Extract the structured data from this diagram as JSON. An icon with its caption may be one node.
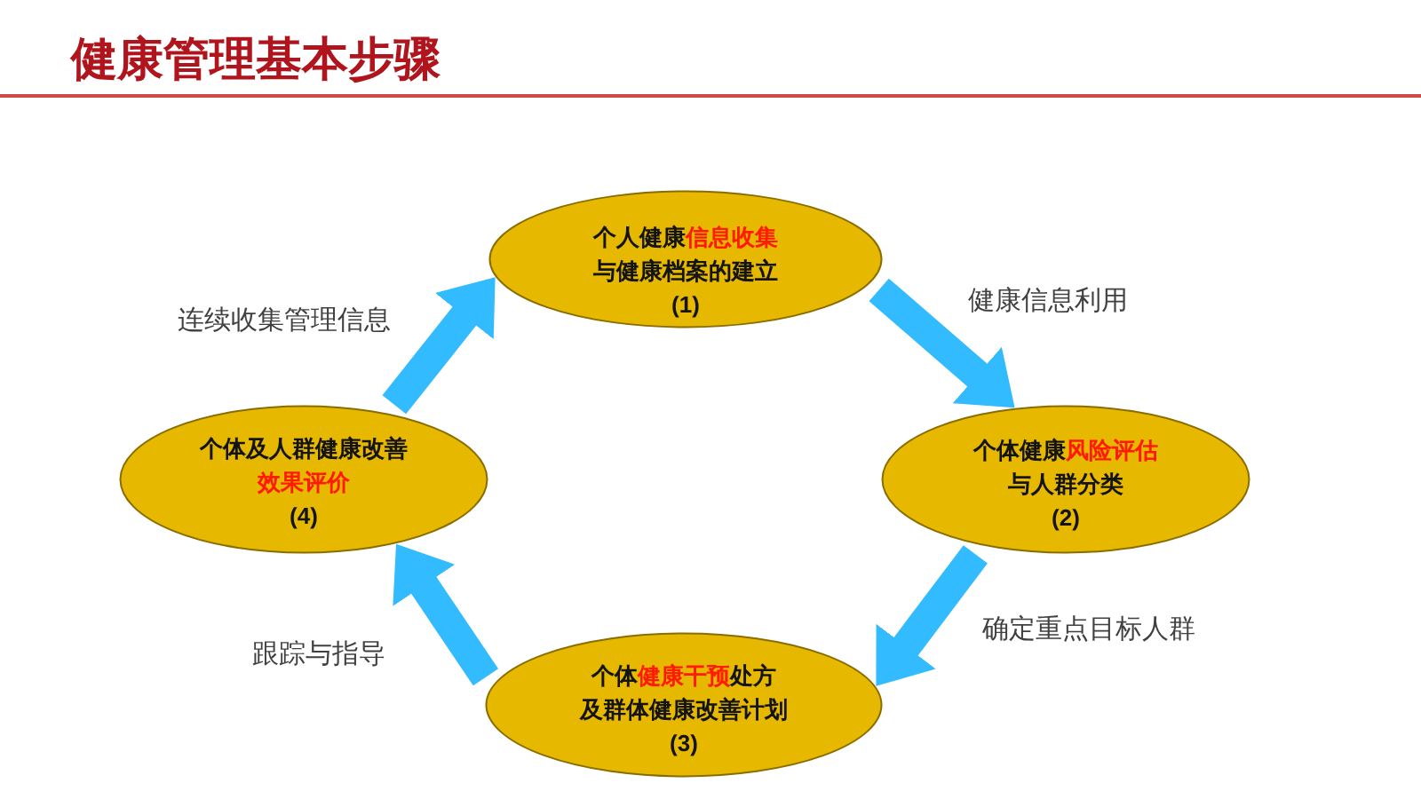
{
  "diagram": {
    "title": "健康管理基本步骤",
    "nodes": [
      {
        "text": [
          "个人健康**信息收集**与健康档案的建立",
          "(1)"
        ]
      },
      {
        "text": [
          "个体健康**风险评估**与人群分类",
          "(2)"
        ]
      },
      {
        "text": [
          "个体**健康干预**处方及群体健康改善计划",
          "(3)"
        ]
      },
      {
        "text": [
          "个体及人群健康改善**效果评价**",
          "(4)"
        ]
      }
    ],
    "edges": [
      {
        "from": 3,
        "to": 0,
        "arrow": "to",
        "label": "连续收集管理信息"
      },
      {
        "from": 0,
        "to": 1,
        "arrow": "to",
        "label": "健康信息利用"
      },
      {
        "from": 1,
        "to": 2,
        "arrow": "to",
        "label": "确定重点目标人群"
      },
      {
        "from": 2,
        "to": 3,
        "arrow": "to",
        "label": "跟踪与指导"
      }
    ]
  }
}
